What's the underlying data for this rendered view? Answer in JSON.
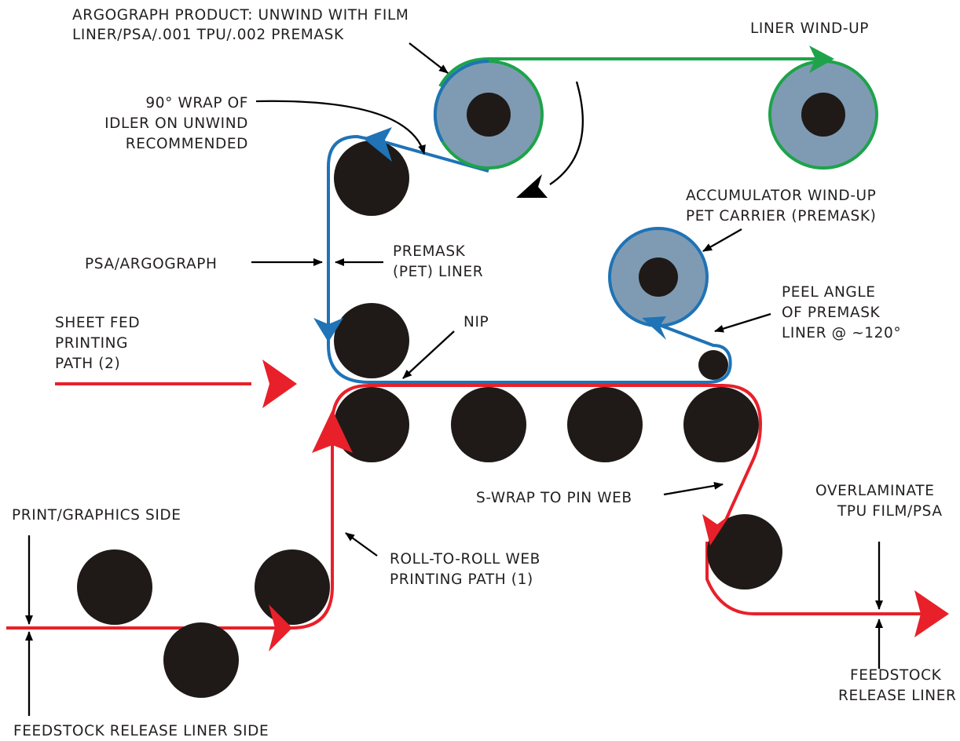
{
  "colors": {
    "argograph_path": "#1f73b6",
    "feedstock_path": "#e8202a",
    "liner_path": "#1ea34a",
    "roller": "#1f1a17",
    "spool_fill": "#7f9bb3",
    "pointer": "#000000"
  },
  "labels": {
    "unwind_line1": "ARGOGRAPH PRODUCT: UNWIND WITH FILM",
    "unwind_line2": "LINER/PSA/.001 TPU/.002 PREMASK",
    "liner_windup": "LINER WIND-UP",
    "wrap_line1": "90° WRAP OF",
    "wrap_line2": "IDLER ON UNWIND",
    "wrap_line3": "RECOMMENDED",
    "accum_line1": "ACCUMULATOR WIND-UP",
    "accum_line2": "PET CARRIER (PREMASK)",
    "psa_argograph": "PSA/ARGOGRAPH",
    "premask_line1": "PREMASK",
    "premask_line2": "(PET) LINER",
    "peel_line1": "PEEL ANGLE",
    "peel_line2": "OF PREMASK",
    "peel_line3": "LINER @ ~120°",
    "sheet_line1": "SHEET FED",
    "sheet_line2": "PRINTING",
    "sheet_line3": "PATH (2)",
    "nip": "NIP",
    "swrap": "S-WRAP TO PIN WEB",
    "overlam_line1": "OVERLAMINATE",
    "overlam_line2": "TPU FILM/PSA",
    "print_side": "PRINT/GRAPHICS SIDE",
    "r2r_line1": "ROLL-TO-ROLL WEB",
    "r2r_line2": "PRINTING PATH (1)",
    "feed_liner_line1": "FEEDSTOCK",
    "feed_liner_line2": "RELEASE LINER",
    "feed_liner_side": "FEEDSTOCK RELEASE LINER SIDE"
  }
}
